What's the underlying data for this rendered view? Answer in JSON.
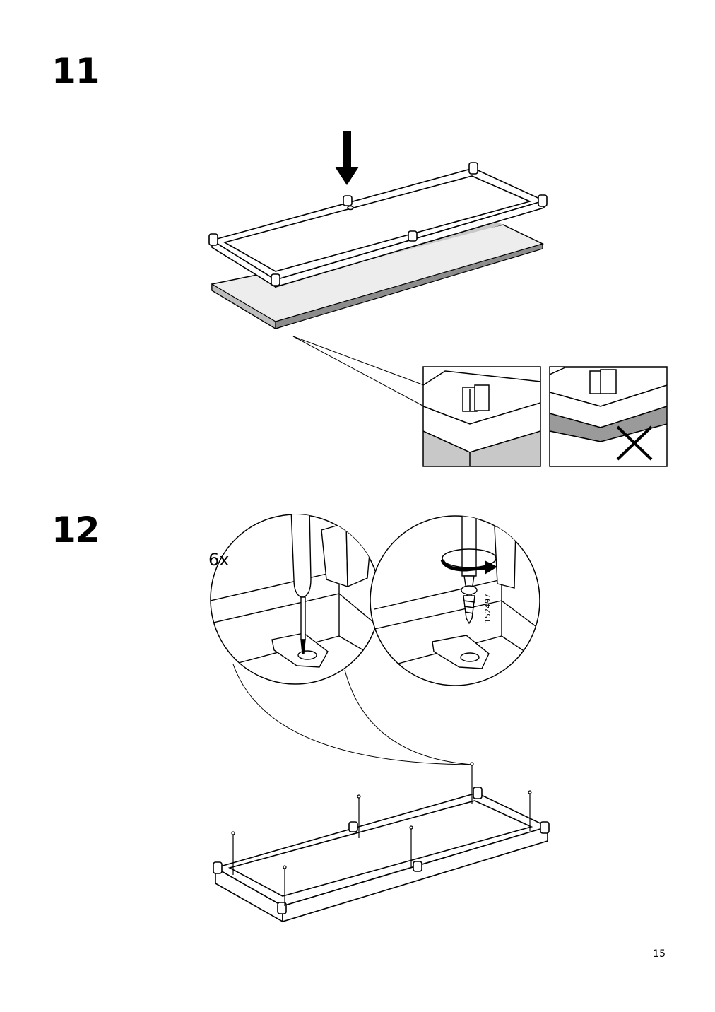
{
  "steps": [
    {
      "number": "11"
    },
    {
      "number": "12",
      "quantity": "6x",
      "part_number": "152497"
    }
  ],
  "page": {
    "number": "15"
  }
}
